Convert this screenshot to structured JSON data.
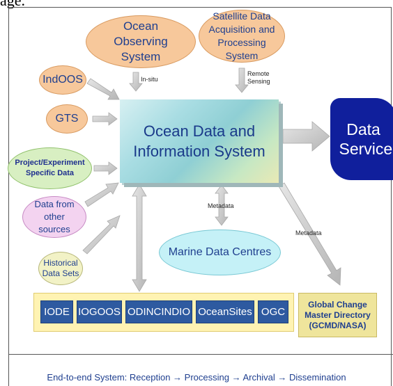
{
  "top_fragment": "age.",
  "sources": {
    "ocean_observing": "Ocean Observing System",
    "satellite": "Satellite Data Acquisition and Processing System",
    "indoos": "IndOOS",
    "gts": "GTS",
    "project": "Project/Experiment Specific Data",
    "other_sources": "Data from other sources",
    "historical": "Historical Data Sets"
  },
  "arrow_labels": {
    "in_situ": "In-situ",
    "remote_sensing": "Remote Sensing",
    "metadata_center": "Metadata",
    "metadata_right": "Metadata"
  },
  "central": "Ocean Data and Information System",
  "services": "Data Services",
  "marine_centres": "Marine Data Centres",
  "organizations": [
    "IODE",
    "IOGOOS",
    "ODINCINDIO",
    "OceanSites",
    "OGC"
  ],
  "gcmd": "Global Change Master Directory (GCMD/NASA)",
  "footer": "End-to-end System: Reception → Processing → Archival → Dissemination",
  "colors": {
    "text_blue": "#1f3f8f",
    "services_blue": "#101f9c",
    "org_blue": "#2e5aa0",
    "arrow_gray": "#cfcfcf"
  }
}
